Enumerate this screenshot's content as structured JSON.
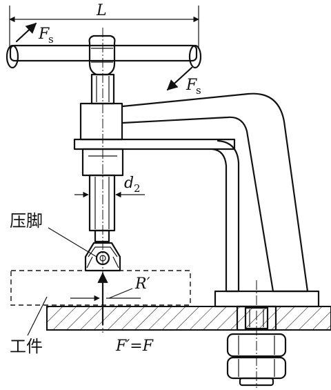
{
  "labels": {
    "length": "L",
    "force_left": "F",
    "force_left_sub": "s",
    "force_right": "F",
    "force_right_sub": "s",
    "diameter": "d",
    "diameter_sub": "2",
    "pressure_foot": "压脚",
    "radius": "R′",
    "workpiece": "工件",
    "equation": "F′=F"
  }
}
